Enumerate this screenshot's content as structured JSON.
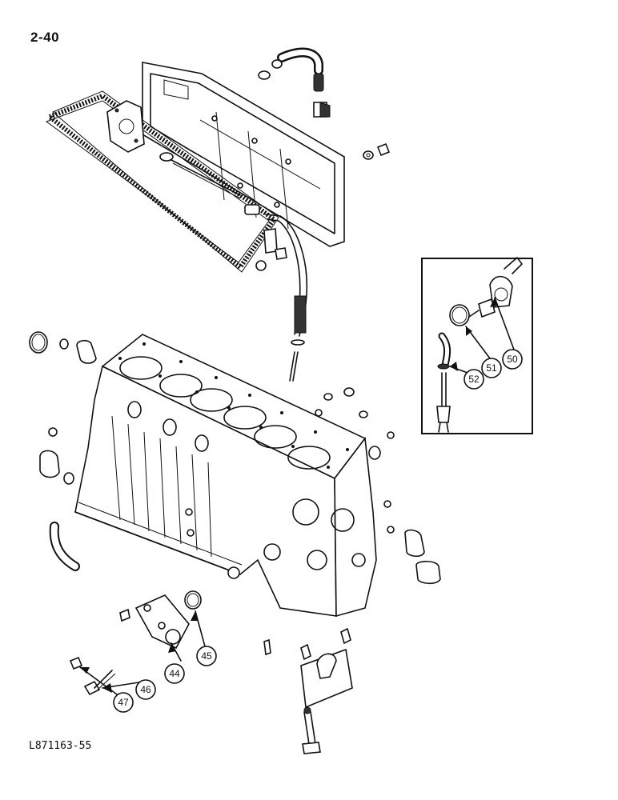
{
  "page": {
    "page_number": "2-40",
    "figure_code": "L871163-55"
  },
  "callouts": [
    {
      "id": "44",
      "label": "44"
    },
    {
      "id": "45",
      "label": "45"
    },
    {
      "id": "46",
      "label": "46"
    },
    {
      "id": "47",
      "label": "47"
    },
    {
      "id": "50",
      "label": "50"
    },
    {
      "id": "51",
      "label": "51"
    },
    {
      "id": "52",
      "label": "52"
    }
  ],
  "colors": {
    "ink": "#111111",
    "paper": "#ffffff"
  }
}
